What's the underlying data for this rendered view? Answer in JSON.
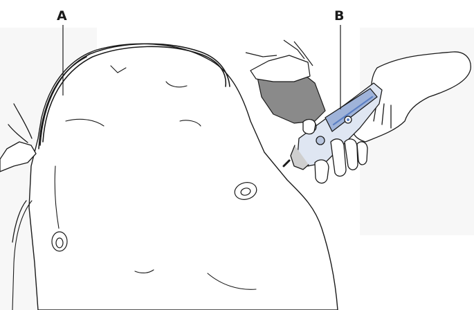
{
  "diagram": {
    "callouts": [
      {
        "id": "A",
        "text": "A"
      },
      {
        "id": "B",
        "text": "B"
      }
    ],
    "colors": {
      "line": "#1a1a1a",
      "body_fill": "#ffffff",
      "sleeve_gray": "#8a8a8a",
      "device_blue": "#9fb3d9",
      "device_highlight": "#5b7fc4"
    }
  }
}
